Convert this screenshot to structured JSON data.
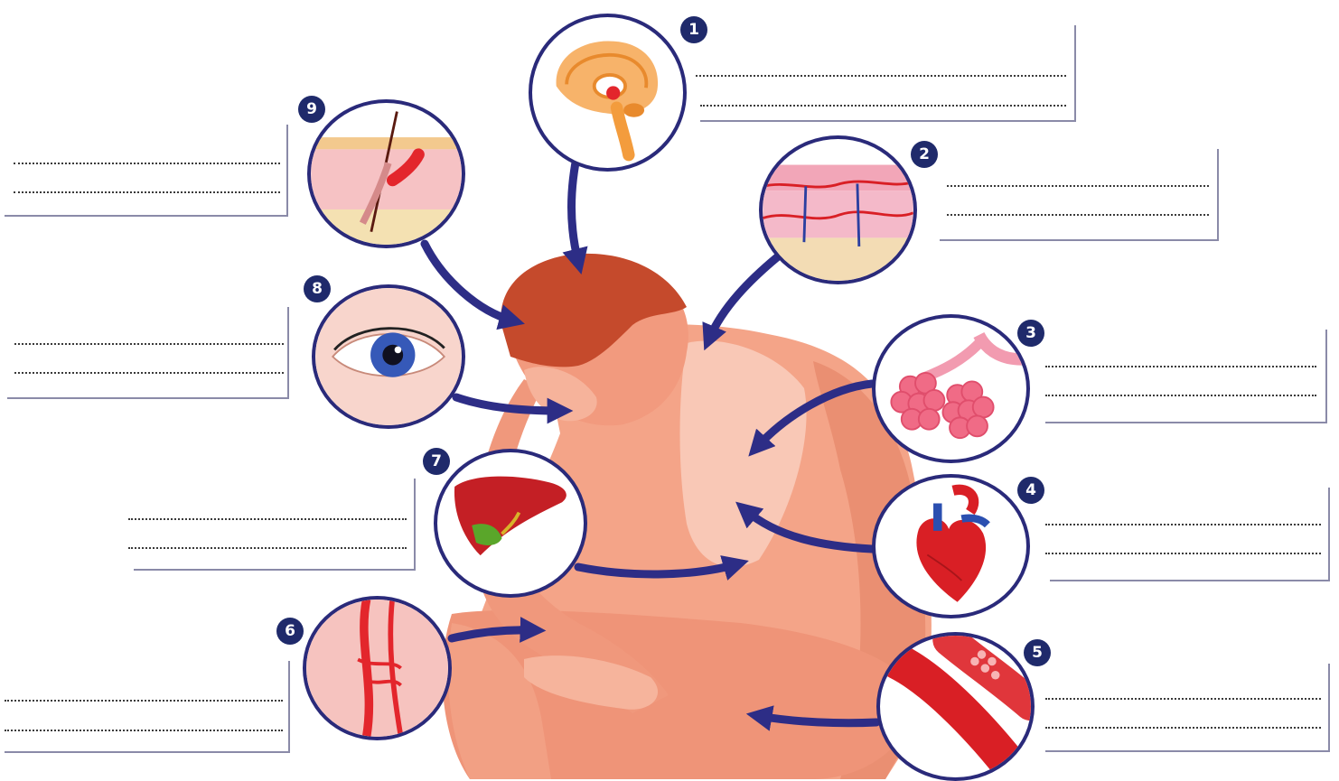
{
  "badges": {
    "n1": "1",
    "n2": "2",
    "n3": "3",
    "n4": "4",
    "n5": "5",
    "n6": "6",
    "n7": "7",
    "n8": "8",
    "n9": "9"
  },
  "colors": {
    "skin": "#f4a488",
    "skin_shade": "#e9806a",
    "hair": "#c54a2c",
    "arrow": "#2d2d86",
    "badge": "#1f2a6b",
    "ring": "#2a2a7a",
    "organ_red": "#d91f25"
  },
  "icons": {
    "bubble1": "brain-icon",
    "bubble2": "skin-blood-vessels-icon",
    "bubble3": "lung-alveoli-icon",
    "bubble4": "heart-icon",
    "bubble5": "muscle-fibers-icon",
    "bubble6": "leg-veins-icon",
    "bubble7": "liver-icon",
    "bubble8": "eye-icon",
    "bubble9": "hair-follicle-icon"
  }
}
